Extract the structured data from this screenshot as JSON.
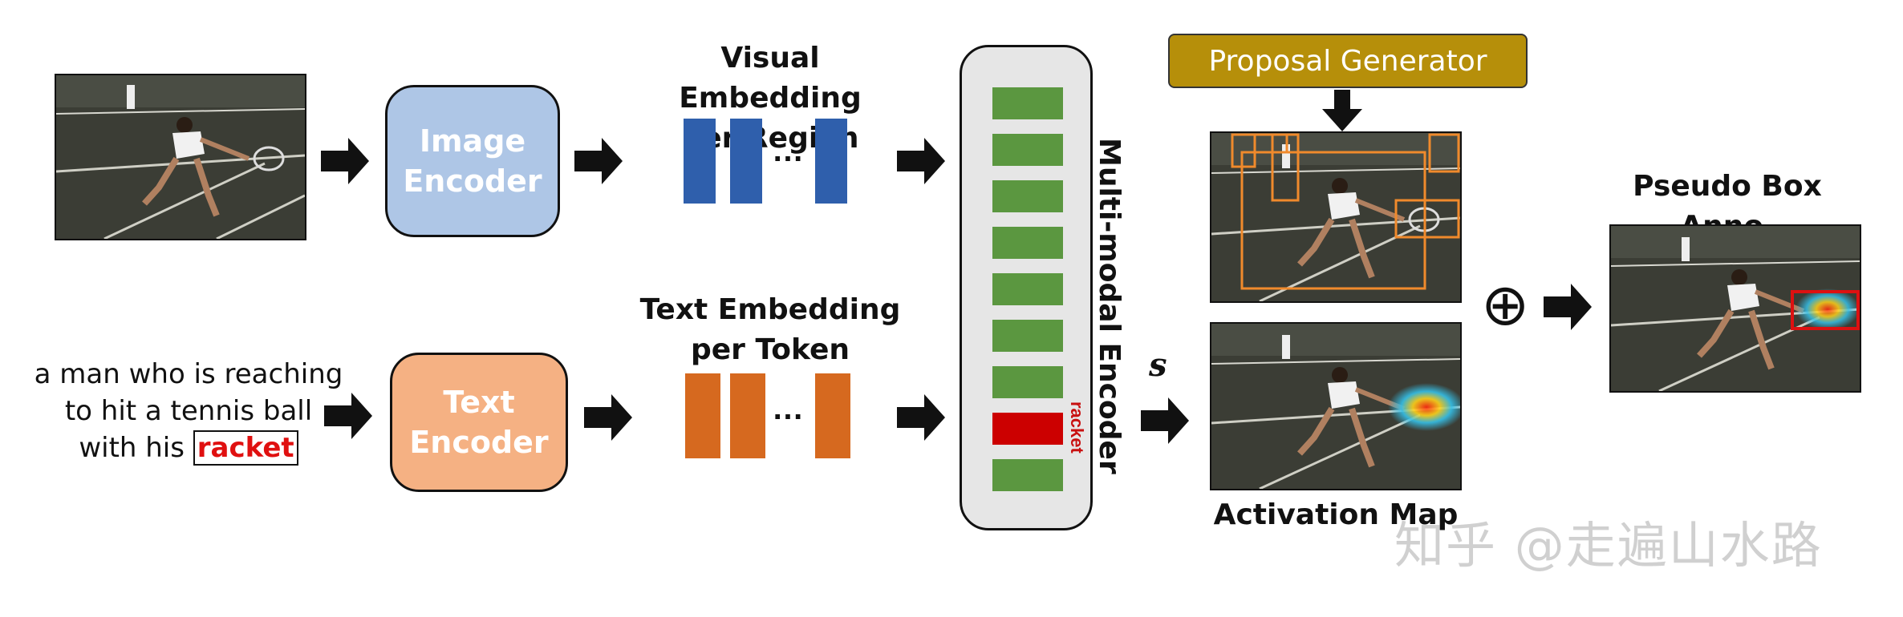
{
  "input_text": {
    "line1": "a man who is reaching",
    "line2": "to hit a tennis ball",
    "line3_prefix": "with his",
    "highlight_word": "racket"
  },
  "image_encoder": {
    "line1": "Image",
    "line2": "Encoder",
    "color": "#aec6e6"
  },
  "text_encoder": {
    "line1": "Text",
    "line2": "Encoder",
    "color": "#f5b183"
  },
  "visual_embedding": {
    "line1": "Visual Embedding",
    "line2": "per Region",
    "ellipsis": "…",
    "color": "#2f5fac"
  },
  "text_embedding": {
    "line1": "Text Embedding",
    "line2": "per Token",
    "ellipsis": "…",
    "color": "#d6691f"
  },
  "multimodal_encoder": {
    "label": "Multi-modal Encoder",
    "token_label": "racket",
    "token_color": "#cc0000",
    "cell_color": "#5b9740"
  },
  "proposal_generator": {
    "label": "Proposal Generator",
    "color": "#b68f0a"
  },
  "score_symbol": "s",
  "activation_map": {
    "label": "Activation Map"
  },
  "pseudo_box": {
    "label": "Pseudo Box Anno."
  },
  "combine_symbol": "⊕",
  "watermark": "知乎 @走遍山水路"
}
